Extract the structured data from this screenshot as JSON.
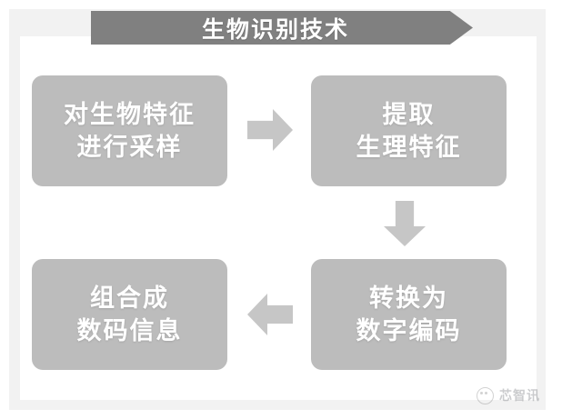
{
  "diagram": {
    "title": "生物识别技术",
    "type": "flowchart",
    "colors": {
      "banner": "#808080",
      "box_fill": "#bcbcbc",
      "box_text": "#ffffff",
      "arrow": "#c6c6c6",
      "frame": "#f2f2f2",
      "panel": "#ffffff"
    },
    "nodes": [
      {
        "id": "sample",
        "lines": [
          "对生物特征",
          "进行采样"
        ]
      },
      {
        "id": "extract",
        "lines": [
          "提取",
          "生理特征"
        ]
      },
      {
        "id": "convert",
        "lines": [
          "转换为",
          "数字编码"
        ]
      },
      {
        "id": "combine",
        "lines": [
          "组合成",
          "数码信息"
        ]
      }
    ],
    "arrows": [
      {
        "id": "sample-to-extract",
        "direction": "right",
        "icon": "arrow-right-icon"
      },
      {
        "id": "extract-to-convert",
        "direction": "down",
        "icon": "arrow-down-icon"
      },
      {
        "id": "convert-to-combine",
        "direction": "left",
        "icon": "arrow-left-icon"
      }
    ]
  },
  "watermark": {
    "text": "芯智讯",
    "logo": "wechat-logo-icon"
  }
}
